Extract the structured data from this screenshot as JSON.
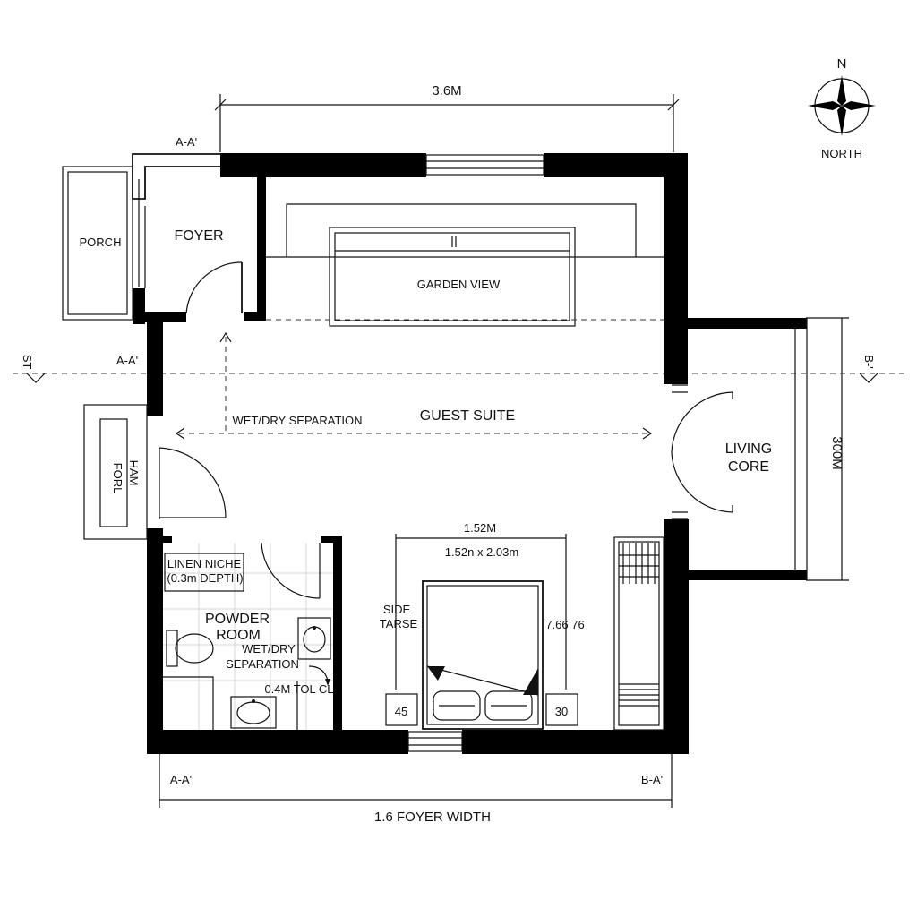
{
  "dimensions": {
    "top_width": "3.6M",
    "right_height": "300M",
    "bed_width": "1.52M",
    "bed_size": "1.52n x 2.03m",
    "bed_side": "7.66 76",
    "bottom_width": "1.6 FOYER WIDTH"
  },
  "section_marks": {
    "top_left": "A-A'",
    "mid_left": "A-A'",
    "far_left": "ST",
    "far_right": "B-'",
    "bottom_left": "A-A'",
    "bottom_right": "B-A'"
  },
  "north": {
    "letter": "N",
    "label": "NORTH"
  },
  "rooms": {
    "porch": "PORCH",
    "foyer": "FOYER",
    "garden_view": "GARDEN VIEW",
    "guest_suite": "GUEST SUITE",
    "living_core_line1": "LIVING",
    "living_core_line2": "CORE",
    "powder_room_line1": "POWDER",
    "powder_room_line2": "ROOM",
    "fory_line1": "FORL",
    "fory_line2": "HAM"
  },
  "annotations": {
    "wet_dry_main": "WET/DRY SEPARATION",
    "linen_line1": "LINEN NICHE",
    "linen_line2": "(0.3m DEPTH)",
    "wet_dry_bath_line1": "WET/DRY",
    "wet_dry_bath_line2": "SEPARATION",
    "tol_cl": "0.4M TOL CL",
    "side_table_line1": "SIDE",
    "side_table_line2": "TARSE",
    "nightstand_left": "45",
    "nightstand_right": "30"
  }
}
